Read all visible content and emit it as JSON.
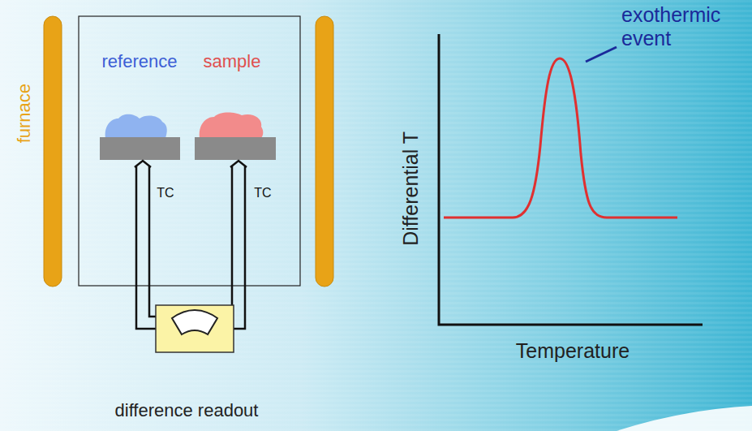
{
  "diagram": {
    "labels": [
      "furnace",
      "reference",
      "sample",
      "TC",
      "TC",
      "difference readout",
      "Differential T",
      "exothermic event",
      "Temperature"
    ]
  }
}
